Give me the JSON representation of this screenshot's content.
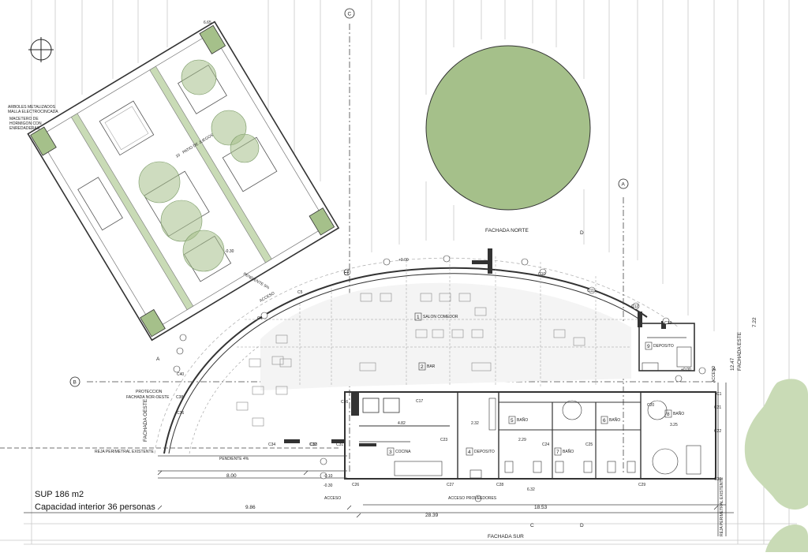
{
  "drawing": {
    "area": "SUP 186 m2",
    "capacity": "Capacidad interior 36 personas"
  },
  "facades": {
    "north": "FACHADA NORTE",
    "south": "FACHADA SUR",
    "east": "FACHADA ESTE",
    "west": "FACHADA OESTE",
    "northwest_line1": "PROTECCION",
    "northwest_line2": "FACHADA NOR-OESTE"
  },
  "section_markers": {
    "c": "C",
    "a": "A",
    "b": "B",
    "d": "D"
  },
  "annotations": {
    "slope_ramp": "PENDIENTE 5%",
    "slope_walk": "PENDIENTE 4%",
    "perimeter_fence": "REJA PERIMETRAL EXISTENTE",
    "perimeter_fence_right": "REJA PERIMETRAL EXISTENTE",
    "access_main": "ACCESO",
    "access_lower": "ACCESO",
    "access_right": "ACCESO",
    "access_suppliers": "ACCESO PROVEEDORES",
    "trees_label_line1": "ARBOLES METALIZADOS",
    "trees_label_line2": "MALLA ELECTROCINCADA",
    "planter_label_line1": "MACETERO DE",
    "planter_label_line2": "HORMIGON CON",
    "planter_label_line3": "ENREDADERAS"
  },
  "dimensions": {
    "d_9_86": "9.86",
    "d_28_39": "28.39",
    "d_18_53": "18.53",
    "d_8_00": "8.00",
    "d_4_82": "4.82",
    "d_2_32": "2.32",
    "d_3_25": "3.25",
    "d_7_22": "7.22",
    "d_12_47": "12.47",
    "d_6_65": "6.65",
    "d_6_32": "6.32",
    "d_2_29": "2.29"
  },
  "levels": {
    "l1": "+0.00",
    "l2": "-0.30",
    "l3": "-0.10",
    "l4": "-0.30",
    "l5": "+0.00"
  },
  "columns": [
    "C1",
    "C4",
    "C5",
    "C6",
    "C8",
    "C10",
    "C11",
    "C12",
    "C13",
    "C16",
    "C17",
    "C20",
    "C21",
    "C22",
    "C23",
    "C24",
    "C25",
    "C26",
    "C27",
    "C28",
    "C29",
    "C30",
    "C31",
    "C32",
    "C33",
    "C34",
    "C36",
    "C38",
    "C40"
  ],
  "rooms": {
    "r1_num": "1",
    "r1_name": "SALON COMEDOR",
    "r2_num": "2",
    "r2_name": "BAR",
    "r3_num": "3",
    "r3_name": "COCINA",
    "r4_num": "4",
    "r4_name": "DEPOSITO",
    "r5_num": "5",
    "r5_name": "BAÑO",
    "r6_num": "6",
    "r6_name": "BAÑO",
    "r7_num": "7",
    "r7_name": "BAÑO",
    "r8_num": "8",
    "r8_name": "BAÑO",
    "r9_num": "9",
    "r9_name": "DEPOSITO",
    "plaza_num": "10",
    "plaza_name": "PATIO DE JUEGOS"
  },
  "colors": {
    "vegetation": "#a5c08a",
    "vegetation_light": "#c9dbb6",
    "ink": "#222222",
    "grid": "#c8c8c8",
    "wall": "#333333"
  }
}
